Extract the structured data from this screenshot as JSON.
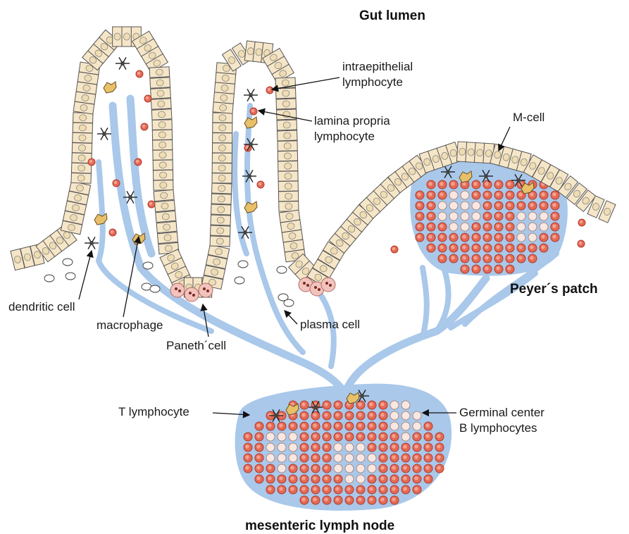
{
  "colors": {
    "lymph": "#a9c8ea",
    "epithelium": "#f6e6c8",
    "epithelium_stroke": "#555555",
    "nucleus": "#efdcb2",
    "lymphocyte": "#e36a55",
    "lymphocyte_dark": "#b13a2c",
    "germinal": "#fbe7e1",
    "plasma": "#ffffff",
    "macrophage": "#e8c06a",
    "paneth": "#f2c3bd"
  },
  "labels": {
    "gut_lumen": "Gut lumen",
    "iel_line1": "intraepithelial",
    "iel_line2": "lymphocyte",
    "lpl_line1": "lamina propria",
    "lpl_line2": "lymphocyte",
    "m_cell": "M-cell",
    "peyers_patch": "Peyer´s patch",
    "dendritic_cell": "dendritic cell",
    "macrophage": "macrophage",
    "paneth_cell": "Paneth´cell",
    "plasma_cell": "plasma cell",
    "t_lymphocyte": "T lymphocyte",
    "germinal_line1": "Germinal center",
    "germinal_line2": "B lymphocytes",
    "mesenteric": "mesenteric lymph node"
  }
}
